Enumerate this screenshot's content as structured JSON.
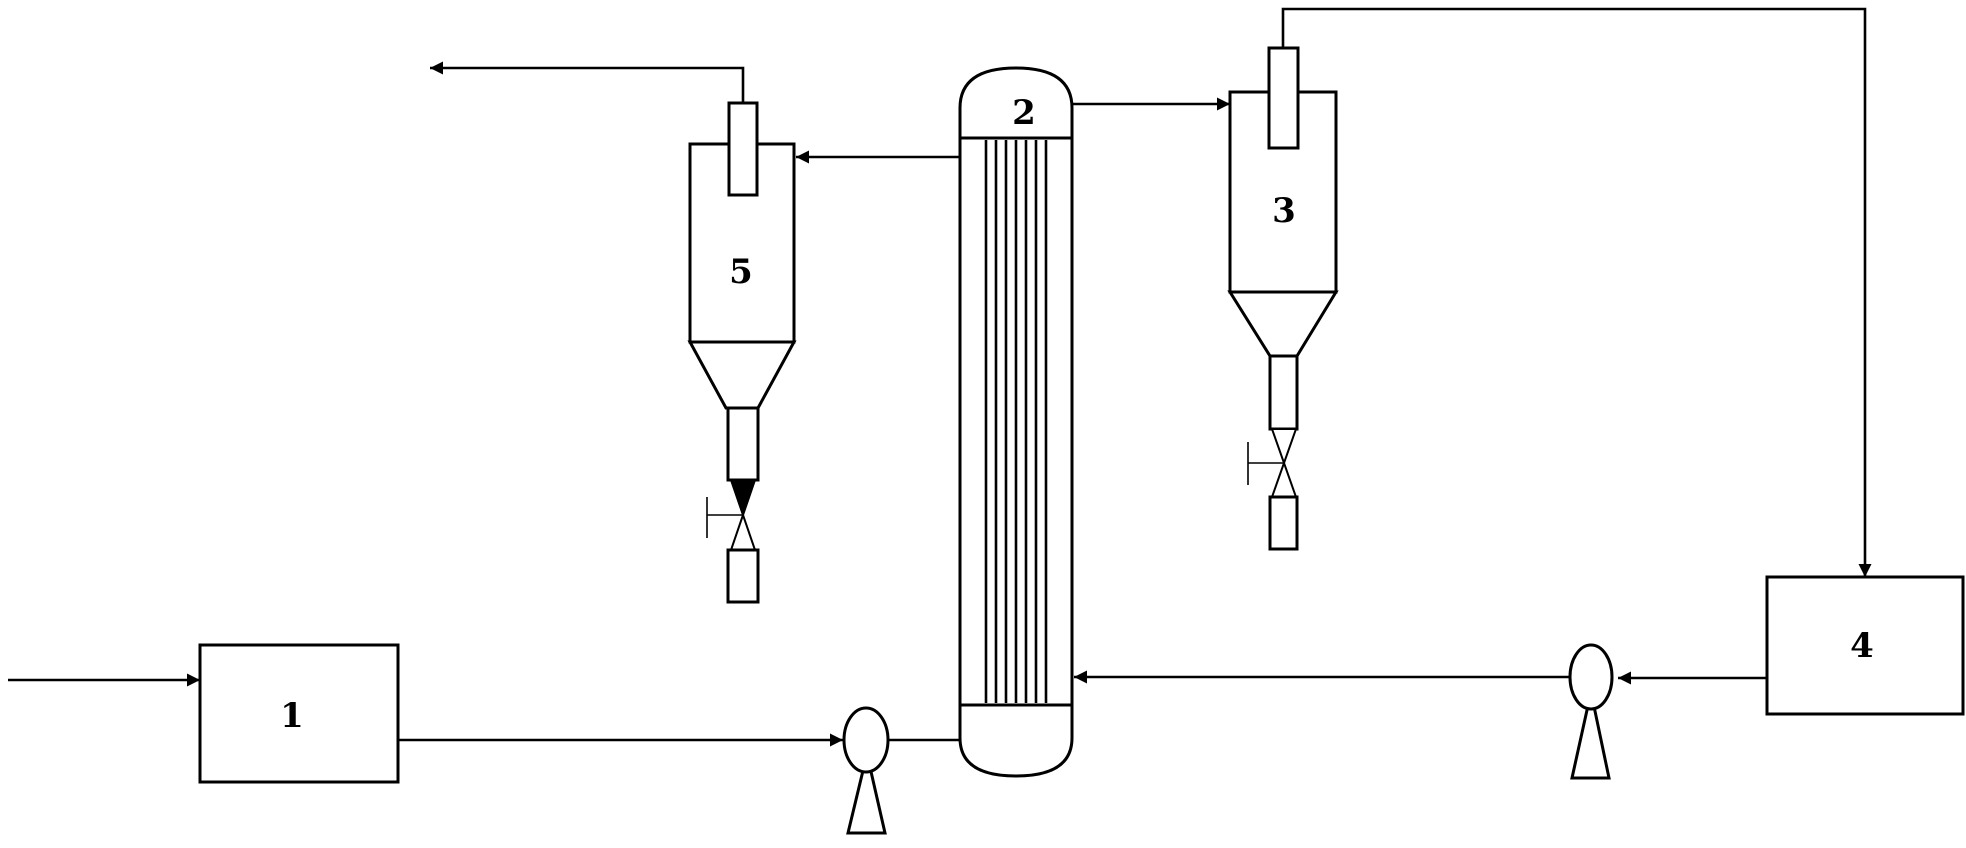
{
  "diagram": {
    "labels": {
      "unit_1": "1",
      "unit_2": "2",
      "unit_3": "3",
      "unit_4": "4",
      "unit_5": "5"
    }
  }
}
